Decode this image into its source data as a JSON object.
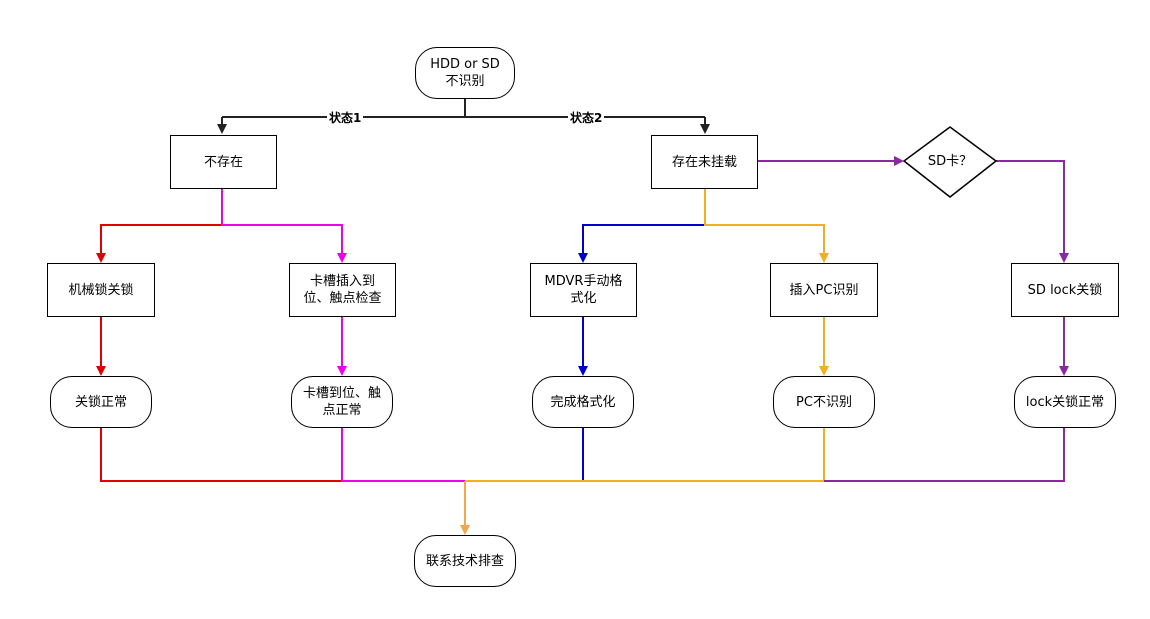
{
  "nodes": {
    "start": "HDD or SD\n不识别",
    "not_exist": "不存在",
    "exist_unmounted": "存在未挂载",
    "sd_card_question": "SD卡？",
    "mech_lock_close": "机械锁关锁",
    "slot_insert_check": "卡槽插入到\n位、触点检查",
    "mdvr_format": "MDVR手动格\n式化",
    "insert_pc": "插入PC识别",
    "sd_lock_close": "SD lock关锁",
    "lock_normal": "关锁正常",
    "slot_contact_normal": "卡槽到位、触\n点正常",
    "format_done": "完成格式化",
    "pc_not_recognized": "PC不识别",
    "lock_close_normal": "lock关锁正常",
    "contact_tech": "联系技术排查"
  },
  "edge_labels": {
    "state1": "状态1",
    "state2": "状态2"
  },
  "colors": {
    "black": "#000000",
    "red": "#e00000",
    "magenta": "#ee00ee",
    "blue": "#0000cc",
    "yellow": "#f0b020",
    "purple": "#8a2aa0",
    "orange": "#f3a64a"
  }
}
